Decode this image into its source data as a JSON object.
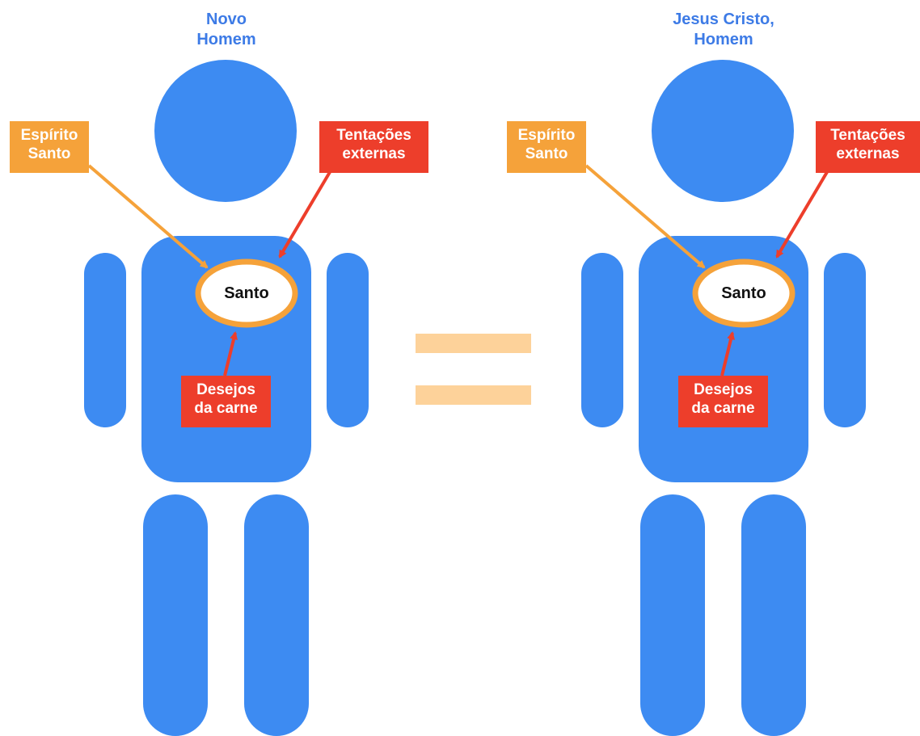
{
  "colors": {
    "body": "#3d8bf2",
    "spirit": "#f5a23a",
    "temptation": "#ed3e2b",
    "equals": "#fdd29a",
    "core_fill": "#ffffff",
    "core_ring": "#f5a23a"
  },
  "figures": [
    {
      "title": "Novo\nHomem",
      "spirit_label": "Espírito\nSanto",
      "temptation_label": "Tentações\nexternas",
      "core_label": "Santo",
      "flesh_label": "Desejos\nda carne"
    },
    {
      "title": "Jesus Cristo,\nHomem",
      "spirit_label": "Espírito\nSanto",
      "temptation_label": "Tentações\nexternas",
      "core_label": "Santo",
      "flesh_label": "Desejos\nda carne"
    }
  ],
  "equals_icon": "equals-sign"
}
